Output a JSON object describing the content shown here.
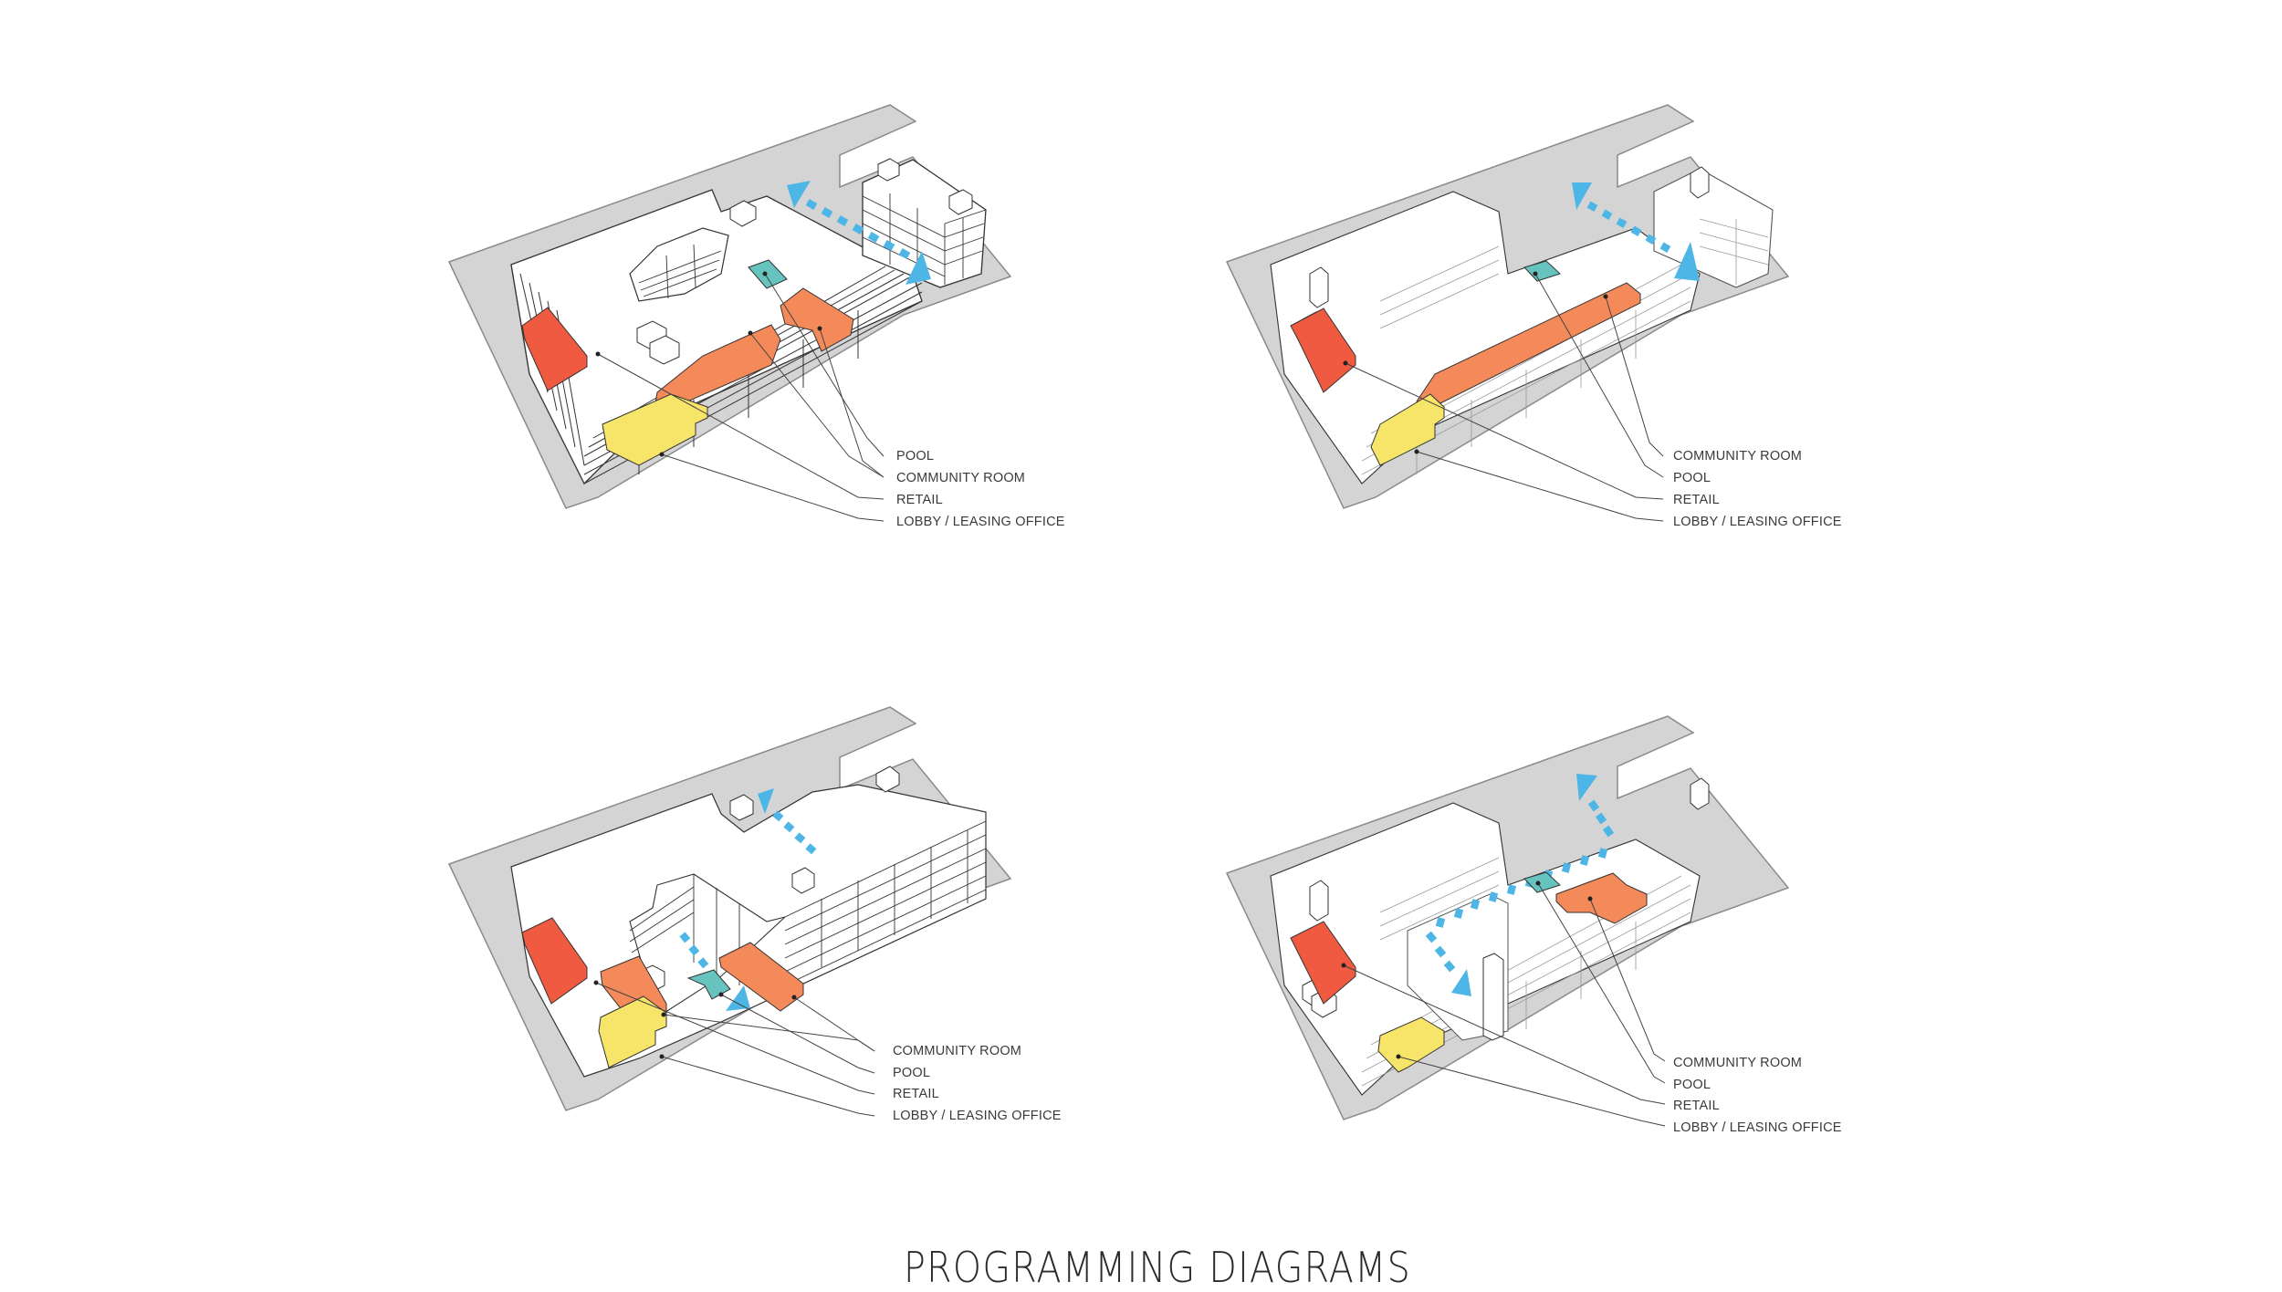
{
  "title": "PROGRAMMING DIAGRAMS",
  "colors": {
    "retail": "#ef5a40",
    "community_room": "#f4895a",
    "lobby_leasing_office": "#f7e56a",
    "pool": "#67c3bd",
    "circulation_arrow": "#4db6e6",
    "ground_plane": "#d4d4d4",
    "building_line": "#333333",
    "label_text": "#3a3a3a"
  },
  "diagrams": [
    {
      "position": "top-left",
      "labels": [
        "POOL",
        "COMMUNITY ROOM",
        "RETAIL",
        "LOBBY / LEASING OFFICE"
      ]
    },
    {
      "position": "top-right",
      "labels": [
        "COMMUNITY ROOM",
        "POOL",
        "RETAIL",
        "LOBBY / LEASING OFFICE"
      ]
    },
    {
      "position": "bottom-left",
      "labels": [
        "COMMUNITY ROOM",
        "POOL",
        "RETAIL",
        "LOBBY / LEASING OFFICE"
      ]
    },
    {
      "position": "bottom-right",
      "labels": [
        "COMMUNITY ROOM",
        "POOL",
        "RETAIL",
        "LOBBY / LEASING OFFICE"
      ]
    }
  ]
}
